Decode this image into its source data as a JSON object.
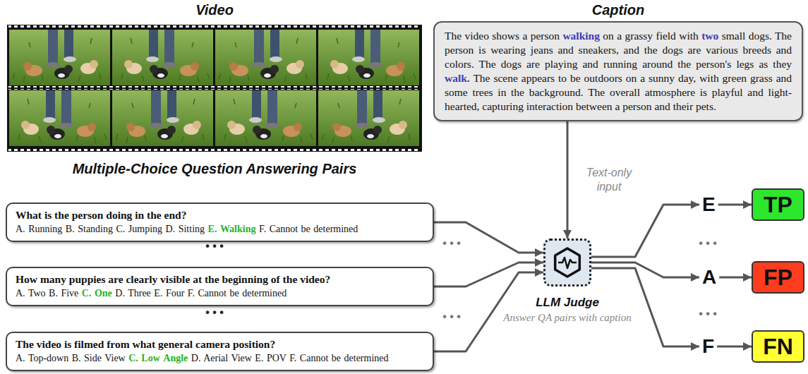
{
  "diagram": {
    "nodes": [
      {
        "text": [
          "Caption",
          "The video shows a person walking on a grassy field with two small dogs. The person is wearing jeans and sneakers, and the dogs are various breeds and colors. The dogs are playing and running around the person's legs as they walk. The scene appears to be outdoors on a sunny day, with green grass and some trees in the background. The overall atmosphere is playful and light-hearted, capturing interaction between a person and their pets."
        ]
      },
      {
        "text": [
          "What is the person doing in the end?",
          "A. Running B. Standing C. Jumping D. Sitting E. Walking F. Cannot be determined"
        ]
      },
      {
        "text": [
          "How many puppies are clearly visible at the beginning of the video?",
          "A. Two B. Five C. One D. Three E. Four F. Cannot be determined"
        ]
      },
      {
        "text": [
          "The video is filmed from what general camera position?",
          "A. Top-down B. Side View C. Low Angle D. Aerial View E. POV F. Cannot be determined"
        ]
      },
      {
        "text": [
          "LLM Judge",
          "Answer QA pairs with caption"
        ]
      },
      {
        "text": [
          "E"
        ]
      },
      {
        "text": [
          "A"
        ]
      },
      {
        "text": [
          "F"
        ]
      },
      {
        "text": [
          "TP"
        ]
      },
      {
        "text": [
          "FP"
        ]
      },
      {
        "text": [
          "FN"
        ]
      }
    ],
    "edges": [
      {
        "from": 0,
        "to": 4,
        "arrow": "to",
        "label": "Text-only input"
      },
      {
        "from": 1,
        "to": 4,
        "arrow": "to"
      },
      {
        "from": 2,
        "to": 4,
        "arrow": "to"
      },
      {
        "from": 3,
        "to": 4,
        "arrow": "to"
      },
      {
        "from": 4,
        "to": 5,
        "arrow": "to"
      },
      {
        "from": 4,
        "to": 6,
        "arrow": "to"
      },
      {
        "from": 4,
        "to": 7,
        "arrow": "to"
      },
      {
        "from": 5,
        "to": 8,
        "arrow": "to"
      },
      {
        "from": 6,
        "to": 9,
        "arrow": "to"
      },
      {
        "from": 7,
        "to": 10,
        "arrow": "to"
      }
    ],
    "labels": [
      "Video",
      "Multiple-Choice Question Answering Pairs",
      "• • •",
      "• • •",
      "• • •",
      "• • •",
      "• • •",
      "• • •"
    ]
  }
}
